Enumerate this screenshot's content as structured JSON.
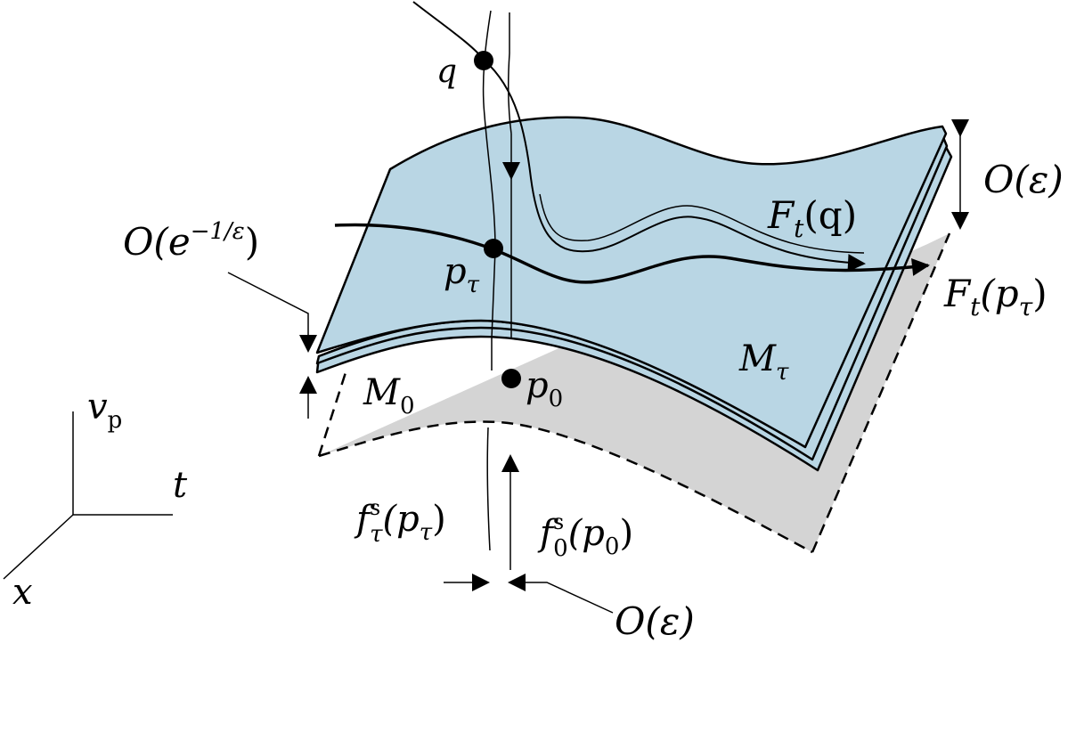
{
  "labels": {
    "q": "q",
    "p_tau": "p",
    "p_tau_sub": "τ",
    "p0": "p",
    "p0_sub": "0",
    "M0": "M",
    "M0_sub": "0",
    "M_tau": "M",
    "M_tau_sub": "τ",
    "Ft_q_F": "F",
    "Ft_q_sub": "t",
    "Ft_q_arg": "(q)",
    "Ft_ptau_F": "F",
    "Ft_ptau_sub": "t",
    "Ft_ptau_arg_open": "(p",
    "Ft_ptau_arg_sub": "τ",
    "Ft_ptau_arg_close": ")",
    "O_eps_right": "O(ε)",
    "O_eps_bottom": "O(ε)",
    "O_exp_O": "O(e",
    "O_exp_sup": "−1/ε",
    "O_exp_close": ")",
    "fs_tau_f": "f",
    "fs_tau_sup": "s",
    "fs_tau_sub": "τ",
    "fs_tau_arg_open": "(p",
    "fs_tau_arg_sub": "τ",
    "fs_tau_arg_close": ")",
    "fs_0_f": "f",
    "fs_0_sup": "s",
    "fs_0_sub": "0",
    "fs_0_arg_open": "(p",
    "fs_0_arg_sub": "0",
    "fs_0_arg_close": ")",
    "axis_vp": "v",
    "axis_vp_sub": "p",
    "axis_t": "t",
    "axis_x": "x"
  },
  "colors": {
    "slow_manifold_fill": "#b9d6e4",
    "critical_manifold_fill": "#d4d4d4",
    "stroke": "#000000"
  }
}
